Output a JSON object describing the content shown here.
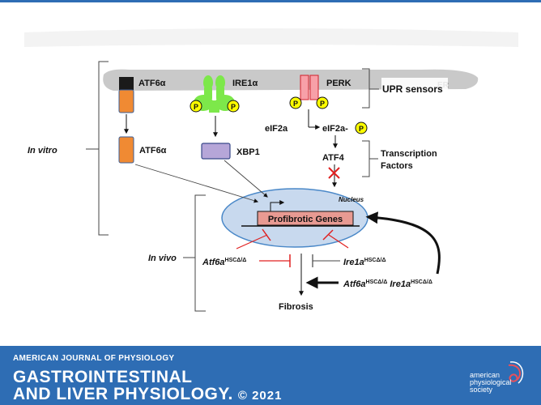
{
  "diagram": {
    "er_label": "ER",
    "upr_sensors_label": "UPR sensors",
    "transcription_factors_label": [
      "Transcription",
      "Factors"
    ],
    "in_vitro_label": "In vitro",
    "in_vivo_label": "In vivo",
    "atf6_top_label": "ATF6α",
    "atf6_mid_label": "ATF6α",
    "ire1_label": "IRE1α",
    "perk_label": "PERK",
    "phospho_label": "P",
    "xbp1_label": "XBP1",
    "eif2a_label": "eIF2a",
    "eif2a_p_label": "eIF2a-",
    "atf4_label": "ATF4",
    "nucleus_label": "Nucleus",
    "genes_label": "Profibrotic Genes",
    "atf6a_ko": {
      "gene": "Atf6a",
      "sup": "HSCΔ/Δ"
    },
    "ire1a_ko": {
      "gene": "Ire1a",
      "sup": "HSCΔ/Δ"
    },
    "double_ko": {
      "gene1": "Atf6a",
      "sup1": "HSCΔ/Δ",
      "gene2": "Ire1a",
      "sup2": "HSCΔ/Δ"
    },
    "fibrosis_label": "Fibrosis"
  },
  "colors": {
    "er_membrane": "#c9c9c9",
    "atf6": "#f08a33",
    "ire1": "#7de84a",
    "phospho": "#ffff00",
    "perk": "#f7a0a8",
    "perk_border": "#d0202a",
    "xbp1": "#b6a6d8",
    "nucleus": "#c8d9ee",
    "nucleus_border": "#4a88c8",
    "genes_box": "#e89a92",
    "inhibition": "#e02020",
    "footer": "#2e6db4"
  },
  "footer": {
    "journal_line": "AMERICAN JOURNAL OF PHYSIOLOGY",
    "journal_name_line1": "GASTROINTESTINAL",
    "journal_name_line2": "AND LIVER PHYSIOLOGY.",
    "copyright": "© 2021",
    "society_lines": [
      "american",
      "physiological",
      "society"
    ]
  }
}
